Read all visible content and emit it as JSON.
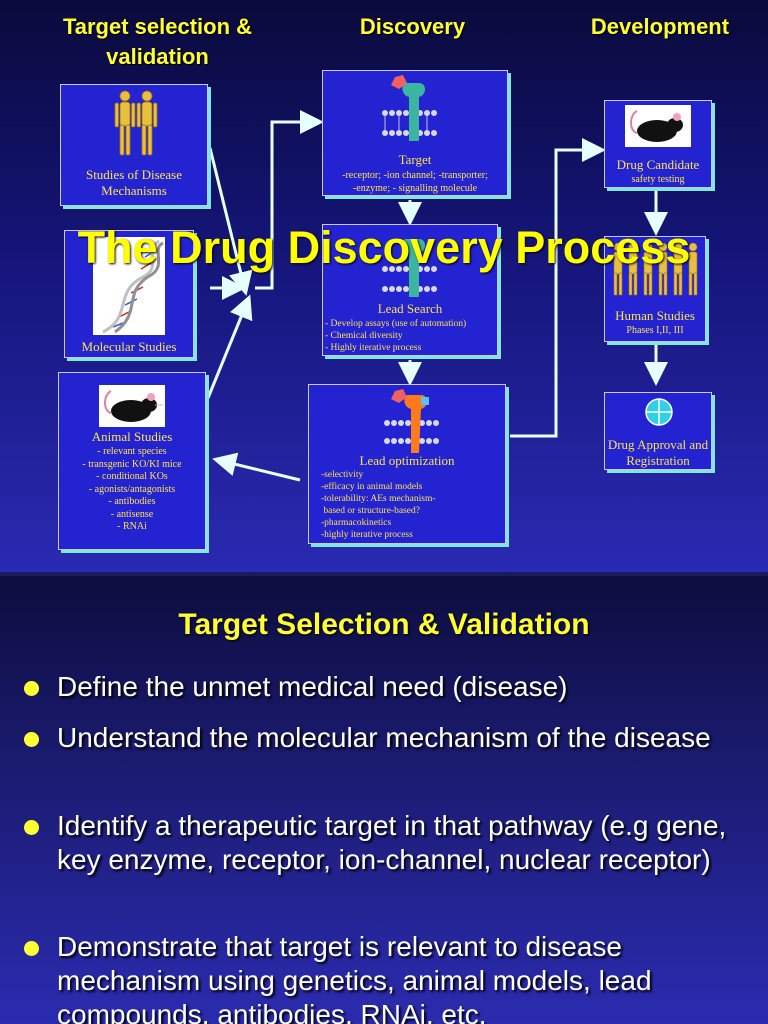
{
  "slide1": {
    "headers": {
      "target_selection": "Target selection & validation",
      "discovery": "Discovery",
      "development": "Development"
    },
    "overlay_title": "The Drug Discovery Process",
    "boxes": {
      "disease_mechanisms": {
        "title": "Studies of Disease Mechanisms"
      },
      "molecular_studies": {
        "title": "Molecular Studies"
      },
      "animal_studies": {
        "title": "Animal Studies",
        "items": [
          "- relevant species",
          "- transgenic KO/KI  mice",
          "- conditional KOs",
          "- agonists/antagonists",
          "- antibodies",
          "- antisense",
          "- RNAi"
        ]
      },
      "target": {
        "title": "Target",
        "line1": "-receptor;  -ion channel;  -transporter;",
        "line2": "-enzyme;  - signalling molecule"
      },
      "lead_search": {
        "title": "Lead Search",
        "items": [
          "- Develop assays (use of automation)",
          "- Chemical diversity",
          "- Highly iterative process"
        ]
      },
      "lead_optimization": {
        "title": "Lead optimization",
        "items": [
          "-selectivity",
          "-efficacy in animal models",
          "-tolerability: AEs mechanism-",
          " based or structure-based?",
          "-pharmacokinetics",
          "-highly iterative process"
        ]
      },
      "drug_candidate": {
        "title": "Drug Candidate",
        "sub": "safety testing"
      },
      "human_studies": {
        "title": "Human Studies",
        "sub": "Phases I,II, III"
      },
      "drug_approval": {
        "title": "Drug Approval and Registration"
      }
    }
  },
  "slide2": {
    "title": "Target Selection & Validation",
    "bullets": [
      "Define the unmet medical need (disease)",
      "Understand the molecular mechanism of the disease",
      "Identify a therapeutic target in that pathway (e.g gene, key enzyme, receptor, ion-channel, nuclear receptor)",
      "Demonstrate that target is relevant to disease mechanism using genetics, animal models, lead compounds, antibodies, RNAi, etc."
    ]
  },
  "colors": {
    "heading_yellow": "#ffff33",
    "box_fill": "#2323d2",
    "box_text": "#ffe34d",
    "arrow": "#e6ffff"
  }
}
